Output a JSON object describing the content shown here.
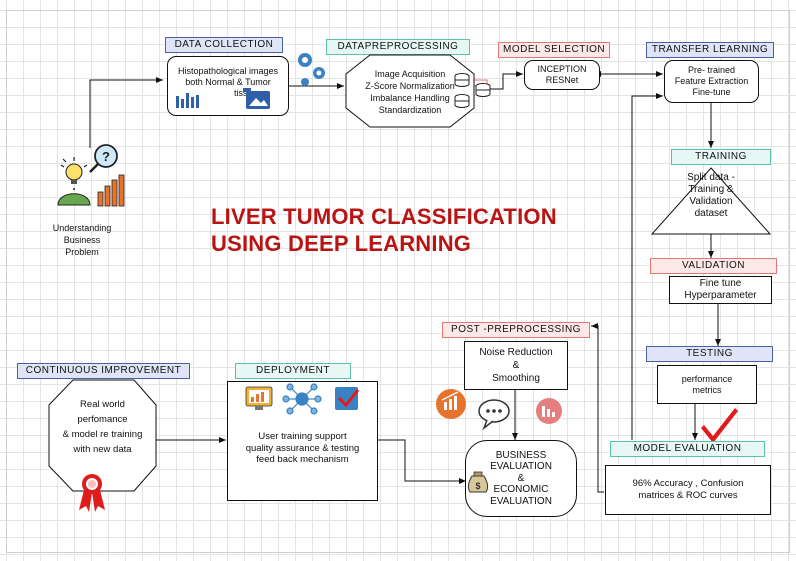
{
  "title": {
    "line1": "LIVER TUMOR  CLASSIFICATION",
    "line2": "USING DEEP LEARNING"
  },
  "understanding": {
    "line1": "Understanding",
    "line2": "Business",
    "line3": "Problem"
  },
  "data_collection": {
    "label": "DATA COLLECTION",
    "line1": "Histopathological images",
    "line2": "both Normal & Tumor",
    "line3": "tissues"
  },
  "data_preprocessing": {
    "label": "DATAPREPROCESSING",
    "line1": "Image Acquisition",
    "line2": "Z-Score Normalization",
    "line3": "Imbalance Handling",
    "line4": "Standardization"
  },
  "model_selection": {
    "label": "MODEL SELECTION",
    "line1": "INCEPTION",
    "line2": "RESNet"
  },
  "transfer_learning": {
    "label": "TRANSFER LEARNING",
    "line1": "Pre- trained",
    "line2": "Feature Extraction",
    "line3": "Fine-tune"
  },
  "training": {
    "label": "TRAINING",
    "line1": "Split data -",
    "line2": "Training &",
    "line3": "Validation",
    "line4": "dataset"
  },
  "validation": {
    "label": "VALIDATION",
    "line1": "Fine tune",
    "line2": "Hyperparameter"
  },
  "testing": {
    "label": "TESTING",
    "line1": "performance",
    "line2": "metrics"
  },
  "model_evaluation": {
    "label": "MODEL EVALUATION",
    "line1": "96% Accuracy , Confusion",
    "line2": "matrices & ROC curves"
  },
  "post_processing": {
    "label": "POST -PREPROCESSING",
    "line1": "Noise Reduction",
    "line2": "&",
    "line3": "Smoothing"
  },
  "business_eval": {
    "line1": "BUSINESS",
    "line2": "EVALUATION",
    "line3": "&",
    "line4": "ECONOMIC",
    "line5": "EVALUATION"
  },
  "deployment": {
    "label": "DEPLOYMENT",
    "line1": "User training support",
    "line2": "quality assurance & testing",
    "line3": "feed back mechanism"
  },
  "continuous_improvement": {
    "label": "CONTINUOUS IMPROVEMENT",
    "line1": "Real world",
    "line2": "perfomance",
    "line3": "& model re training",
    "line4": "with new data"
  },
  "colors": {
    "title": "#b81414",
    "blue_label_fill": "#dfe5f6",
    "blue_label_border": "#4a5fa8",
    "pink_label_fill": "#fde8e8",
    "pink_label_border": "#e07878",
    "teal_label_fill": "#e6f7f4",
    "teal_label_border": "#5ebfad",
    "checkmark": "#e01b1b",
    "icon_orange": "#e8732c"
  }
}
